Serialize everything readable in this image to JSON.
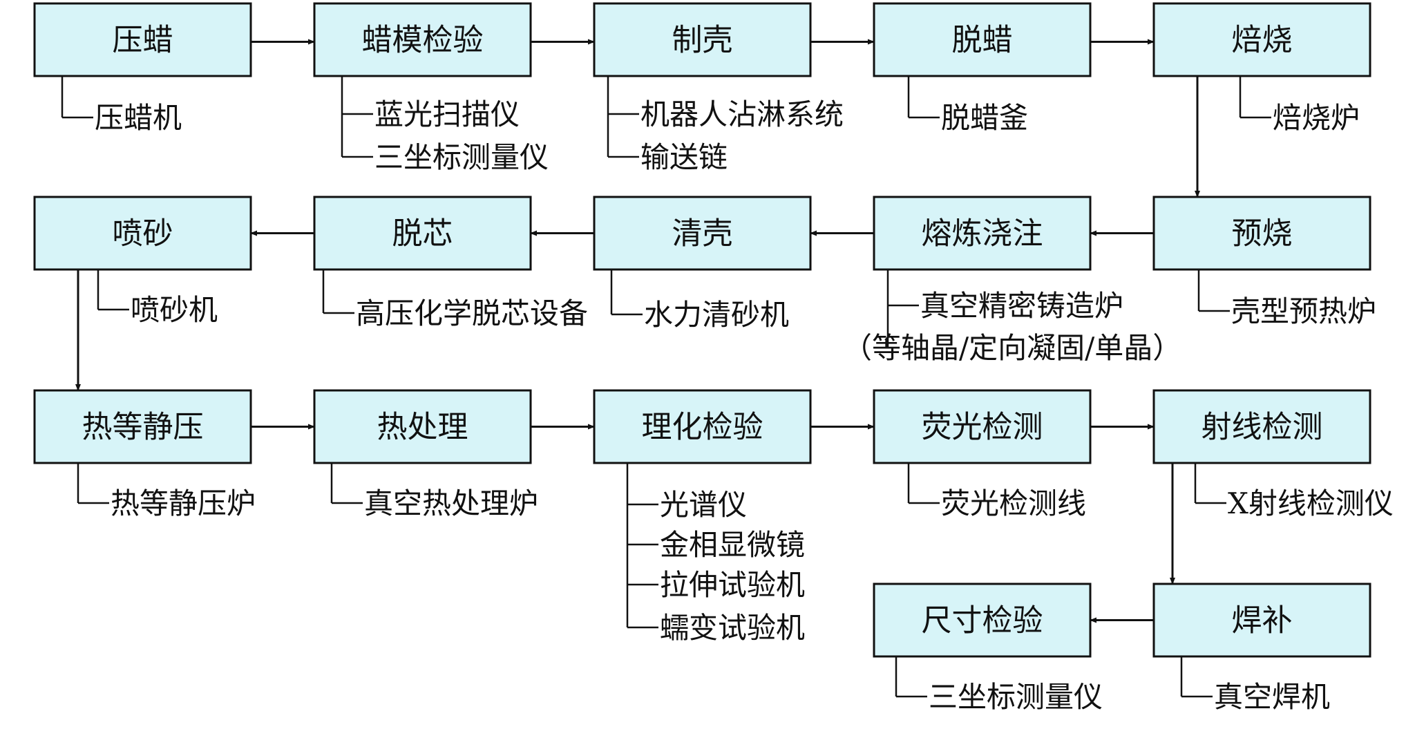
{
  "colors": {
    "box_fill": "#d7f4f8",
    "stroke": "#111111",
    "text": "#111111"
  },
  "process_flow": {
    "steps": [
      {
        "id": "s1",
        "label": "压蜡",
        "equipment": [
          "压蜡机"
        ]
      },
      {
        "id": "s2",
        "label": "蜡模检验",
        "equipment": [
          "蓝光扫描仪",
          "三坐标测量仪"
        ]
      },
      {
        "id": "s3",
        "label": "制壳",
        "equipment": [
          "机器人沾淋系统",
          "输送链"
        ]
      },
      {
        "id": "s4",
        "label": "脱蜡",
        "equipment": [
          "脱蜡釜"
        ]
      },
      {
        "id": "s5",
        "label": "焙烧",
        "equipment": [
          "焙烧炉"
        ]
      },
      {
        "id": "s6",
        "label": "预烧",
        "equipment": [
          "壳型预热炉"
        ]
      },
      {
        "id": "s7",
        "label": "熔炼浇注",
        "equipment": [
          "真空精密铸造炉",
          "（等轴晶/定向凝固/单晶）"
        ]
      },
      {
        "id": "s8",
        "label": "清壳",
        "equipment": [
          "水力清砂机"
        ]
      },
      {
        "id": "s9",
        "label": "脱芯",
        "equipment": [
          "高压化学脱芯设备"
        ]
      },
      {
        "id": "s10",
        "label": "喷砂",
        "equipment": [
          "喷砂机"
        ]
      },
      {
        "id": "s11",
        "label": "热等静压",
        "equipment": [
          "热等静压炉"
        ]
      },
      {
        "id": "s12",
        "label": "热处理",
        "equipment": [
          "真空热处理炉"
        ]
      },
      {
        "id": "s13",
        "label": "理化检验",
        "equipment": [
          "光谱仪",
          "金相显微镜",
          "拉伸试验机",
          "蠕变试验机"
        ]
      },
      {
        "id": "s14",
        "label": "荧光检测",
        "equipment": [
          "荧光检测线"
        ]
      },
      {
        "id": "s15",
        "label": "射线检测",
        "equipment": [
          "X射线检测仪"
        ]
      },
      {
        "id": "s16",
        "label": "焊补",
        "equipment": [
          "真空焊机"
        ]
      },
      {
        "id": "s17",
        "label": "尺寸检验",
        "equipment": [
          "三坐标测量仪"
        ]
      }
    ],
    "edges": [
      [
        "s1",
        "s2"
      ],
      [
        "s2",
        "s3"
      ],
      [
        "s3",
        "s4"
      ],
      [
        "s4",
        "s5"
      ],
      [
        "s5",
        "s6"
      ],
      [
        "s6",
        "s7"
      ],
      [
        "s7",
        "s8"
      ],
      [
        "s8",
        "s9"
      ],
      [
        "s9",
        "s10"
      ],
      [
        "s10",
        "s11"
      ],
      [
        "s11",
        "s12"
      ],
      [
        "s12",
        "s13"
      ],
      [
        "s13",
        "s14"
      ],
      [
        "s14",
        "s15"
      ],
      [
        "s15",
        "s16"
      ],
      [
        "s16",
        "s17"
      ]
    ]
  }
}
